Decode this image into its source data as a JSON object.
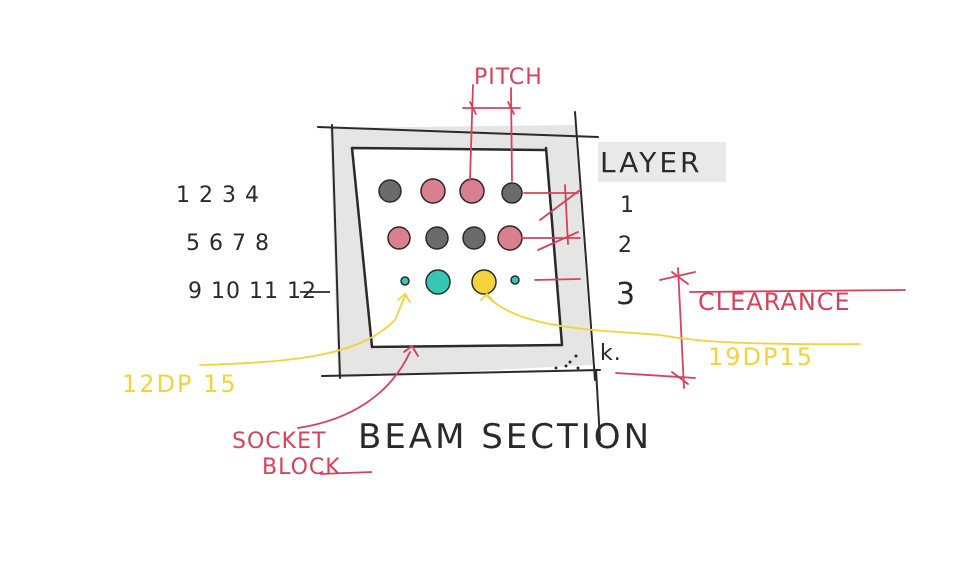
{
  "labels": {
    "pitch": "PITCH",
    "layer": "LAYER",
    "clearance": "CLEARANCE",
    "beam_section": "BEAM SECTION",
    "socket": "SOCKET",
    "block": "BLOCK",
    "small_bar": "12DP 15",
    "large_bar": "19DP15",
    "k": "k."
  },
  "numbering": {
    "row1": "1 2 3 4",
    "row2": "5 6 7 8",
    "row3": "9 10 11 12"
  },
  "layers": [
    "1",
    "2",
    "3"
  ],
  "colors": {
    "red": "#d8415a",
    "pink": "#d97f8f",
    "grey": "#6b6b6b",
    "teal": "#36c6b5",
    "yellow": "#f2d33a",
    "ink": "#2a2a2a",
    "shade": "#e4e4e2"
  }
}
